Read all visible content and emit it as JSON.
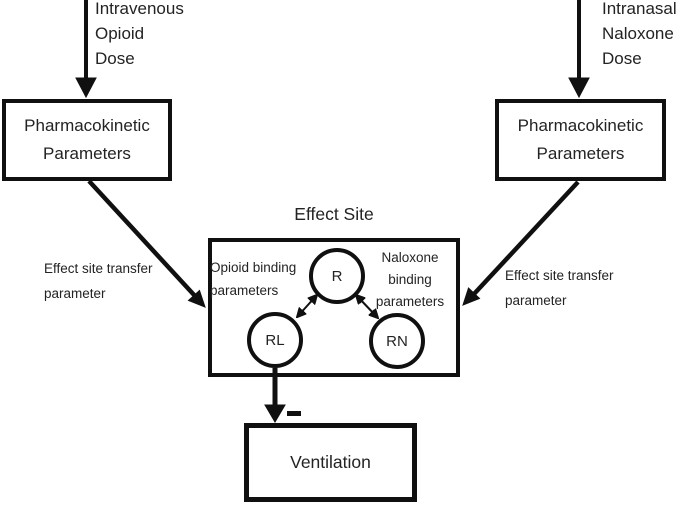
{
  "doses": {
    "intravenous": "Intravenous\nOpioid\nDose",
    "intranasal": "Intranasal\nNaloxone\nDose"
  },
  "boxes": {
    "pk_left": "Pharmacokinetic\nParameters",
    "pk_right": "Pharmacokinetic\nParameters",
    "ventilation": "Ventilation"
  },
  "effect_site": {
    "title": "Effect Site",
    "opioid_binding_label": "Opioid binding\nparameters",
    "naloxone_binding_label": "Naloxone\nbinding\nparameters",
    "nodes": {
      "r": "R",
      "rl": "RL",
      "rn": "RN"
    }
  },
  "labels": {
    "transfer_left": "Effect site transfer\nparameter",
    "transfer_right": "Effect site transfer\nparameter"
  },
  "icons": {
    "minus_sign": "minus-icon"
  },
  "colors": {
    "line": "#101010",
    "text": "#232323",
    "background": "#ffffff"
  }
}
